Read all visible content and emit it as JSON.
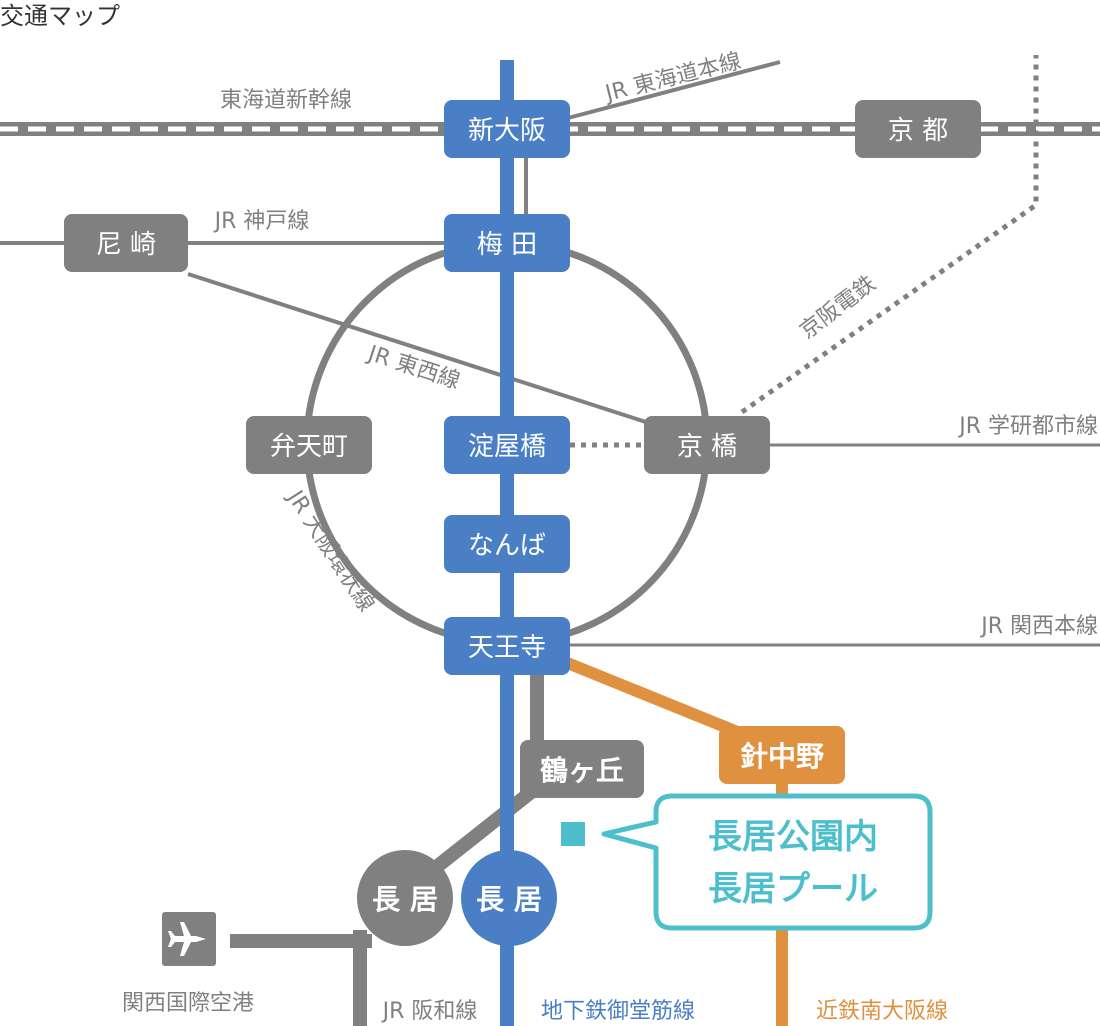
{
  "title": "交通マップ",
  "colors": {
    "jr_gray": "#808080",
    "subway_blue": "#4a7fc6",
    "kintetsu_orange": "#e0913f",
    "highlight_cyan": "#4dbfcc",
    "background": "#ffffff"
  },
  "stations": {
    "shin_osaka": "新大阪",
    "kyoto": "京 都",
    "umeda": "梅 田",
    "amagasaki": "尼 崎",
    "yodoyabashi": "淀屋橋",
    "kyobashi": "京 橋",
    "bentencho": "弁天町",
    "namba": "なんば",
    "tennoji": "天王寺",
    "harinakano": "針中野",
    "tsurugaoka": "鶴ヶ丘",
    "nagai_jr": "長 居",
    "nagai_subway": "長 居"
  },
  "lines": {
    "tokaido_shinkansen": "東海道新幹線",
    "jr_tokaido_main": "JR 東海道本線",
    "jr_kobe": "JR 神戸線",
    "jr_tozai": "JR 東西線",
    "keihan": "京阪電鉄",
    "jr_gakkentoshi": "JR 学研都市線",
    "jr_osaka_loop": "JR 大阪環状線",
    "jr_kansai_main": "JR 関西本線",
    "jr_hanwa": "JR 阪和線",
    "midosuji": "地下鉄御堂筋線",
    "kintetsu_minami_osaka": "近鉄南大阪線"
  },
  "places": {
    "kix": "関西国際空港"
  },
  "icons": {
    "airport": "airplane-icon",
    "destination": "square-marker-icon"
  },
  "callout": {
    "line1": "長居公園内",
    "line2": "長居プール"
  }
}
